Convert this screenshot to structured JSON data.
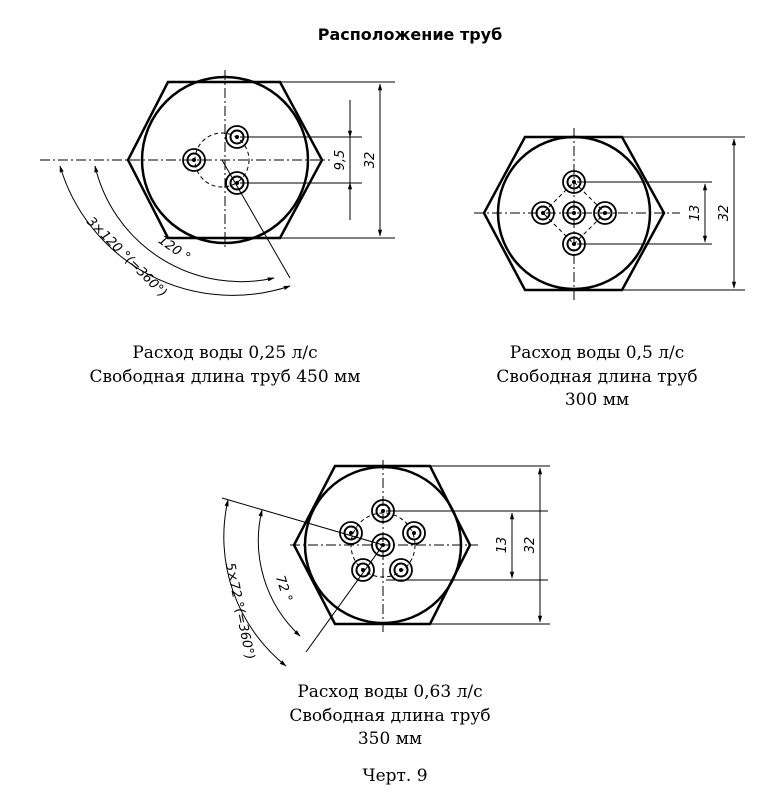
{
  "page_title": "Расположение труб",
  "figure_caption": "Черт. 9",
  "diagrams": [
    {
      "caption_line1": "Расход воды 0,25 л/с",
      "caption_line2": "Свободная длина труб 450 мм",
      "caption_line3": "",
      "dim_small": "9,5",
      "dim_large": "32",
      "angle_single": "120 °",
      "angle_total": "3×120 °(=360°)"
    },
    {
      "caption_line1": "Расход воды 0,5 л/с",
      "caption_line2": "Свободная длина труб",
      "caption_line3": "300 мм",
      "dim_small": "13",
      "dim_large": "32"
    },
    {
      "caption_line1": "Расход воды 0,63 л/с",
      "caption_line2": "Свободная длина труб",
      "caption_line3": "350 мм",
      "dim_small": "13",
      "dim_large": "32",
      "angle_single": "72 °",
      "angle_total": "5×72 °(=360°)"
    }
  ]
}
